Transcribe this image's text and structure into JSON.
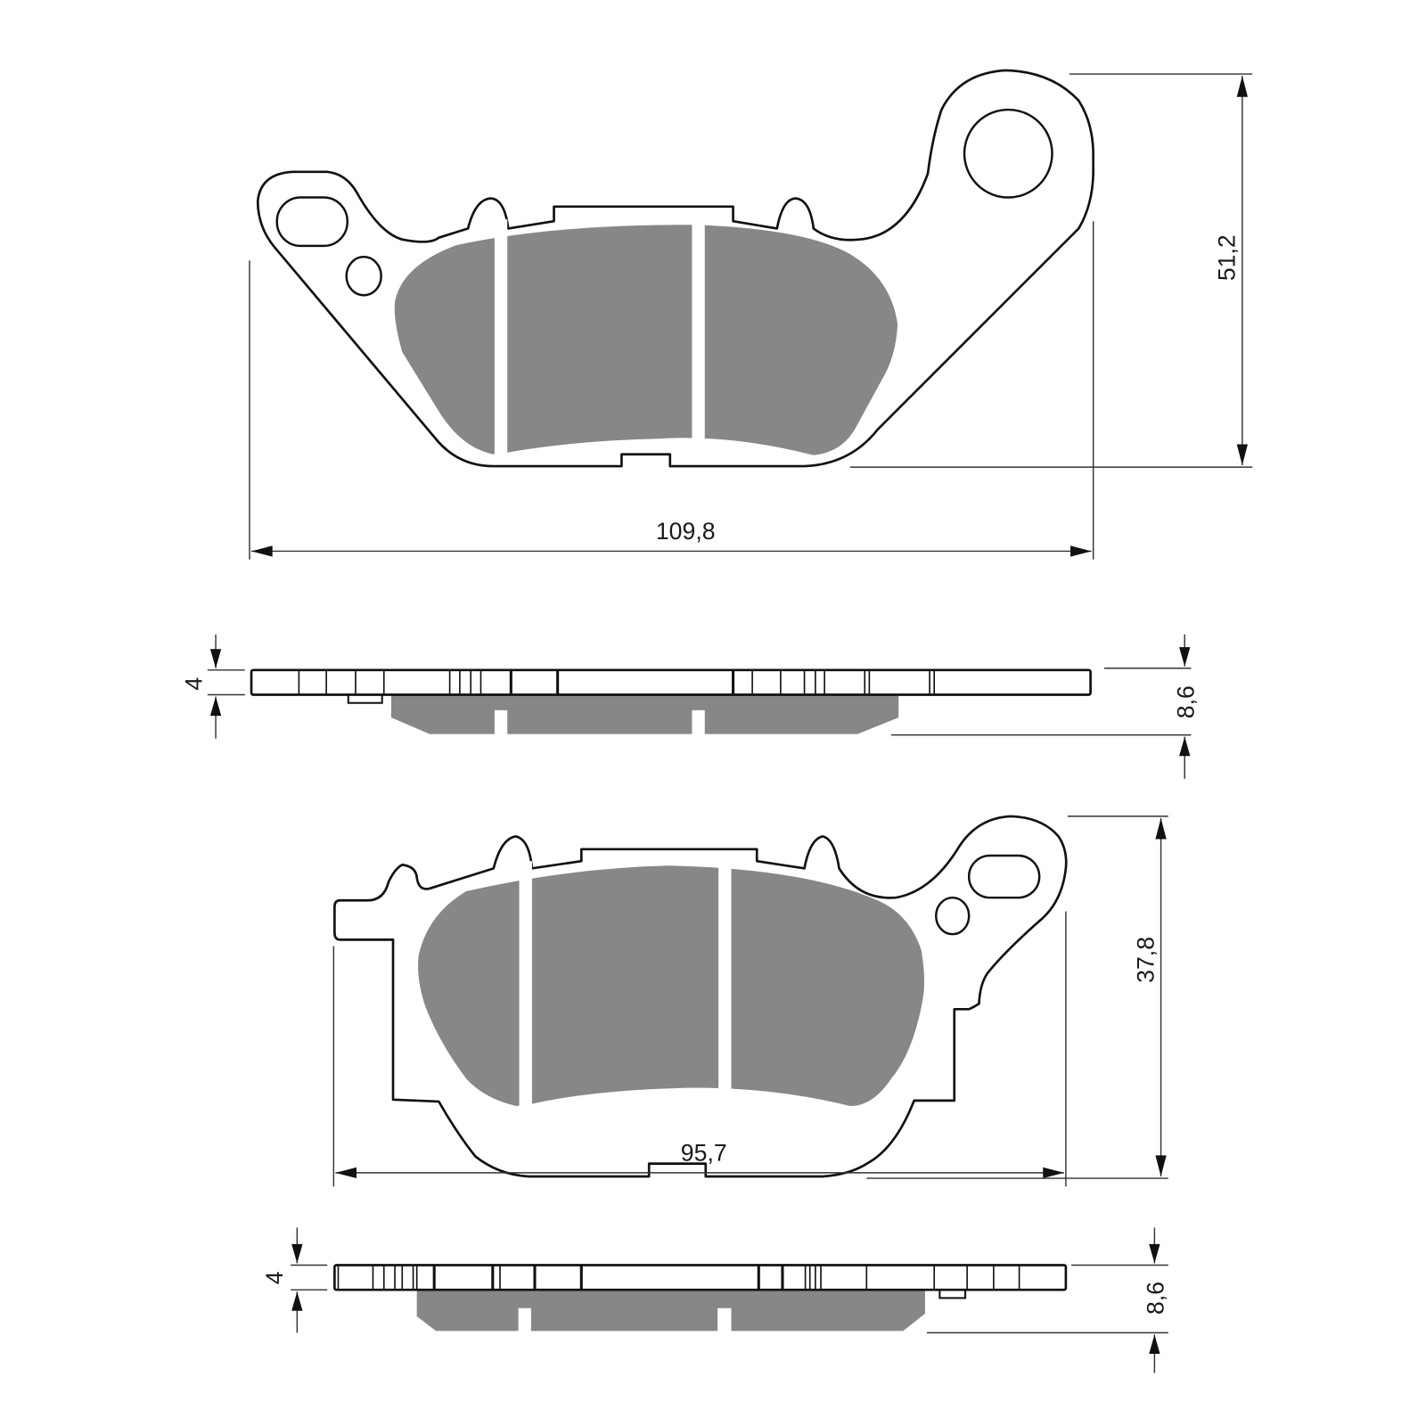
{
  "diagram": {
    "subject": "brake pad technical drawing",
    "colors": {
      "friction_material": "#878787",
      "outline": "#111111",
      "background": "#ffffff"
    },
    "views": [
      {
        "name": "pad-1-front-view",
        "dimensions": {
          "width": "109,8",
          "height": "51,2"
        }
      },
      {
        "name": "pad-1-side-view",
        "dimensions": {
          "backplate_thickness": "4",
          "total_thickness": "8,6"
        }
      },
      {
        "name": "pad-2-front-view",
        "dimensions": {
          "width": "95,7",
          "height": "37,8"
        }
      },
      {
        "name": "pad-2-side-view",
        "dimensions": {
          "backplate_thickness": "4",
          "total_thickness": "8,6"
        }
      }
    ]
  }
}
